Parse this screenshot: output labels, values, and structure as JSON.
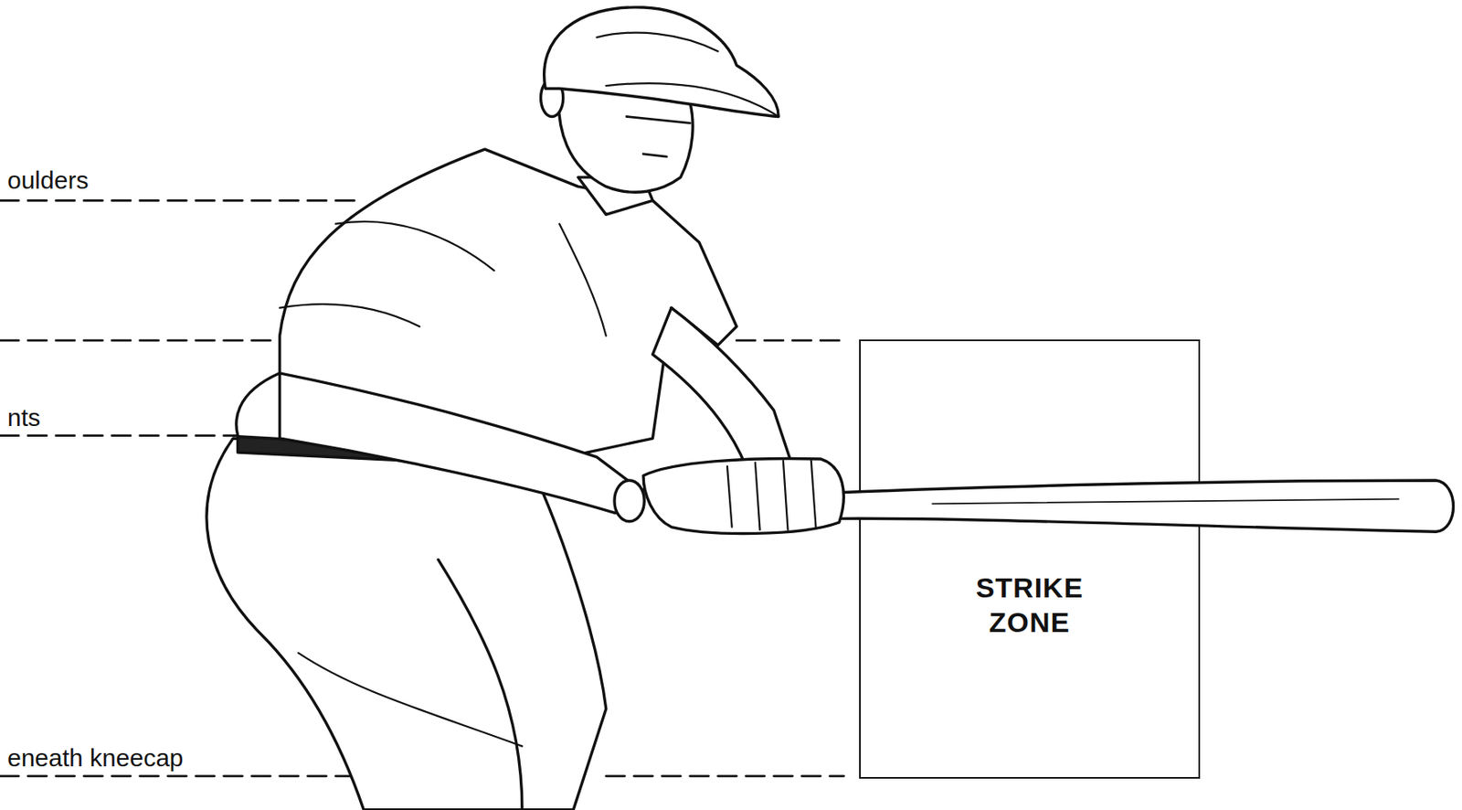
{
  "diagram": {
    "nodes": [
      {
        "text": [
          "STRIKE ZONE"
        ]
      }
    ],
    "labels": [
      "oulders",
      "nts",
      "eneath kneecap"
    ]
  }
}
